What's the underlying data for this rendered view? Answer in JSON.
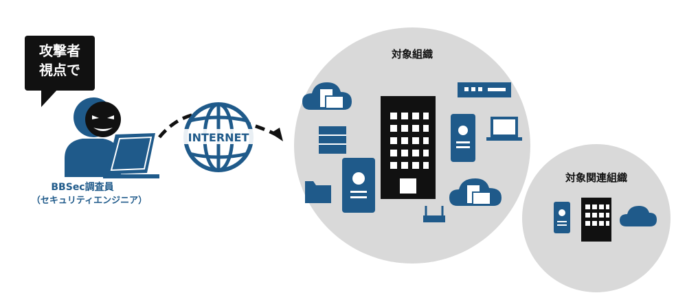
{
  "attacker": {
    "bubble_lines": [
      "攻撃者",
      "視点で"
    ],
    "caption_line1": "BBSec調査員",
    "caption_line2": "（セキュリティエンジニア）"
  },
  "internet": {
    "label": "INTERNET"
  },
  "target_org": {
    "title": "対象組織"
  },
  "related_org": {
    "title": "対象関連組織"
  },
  "colors": {
    "accent_blue": "#1f5a8a",
    "circle_gray": "#d9d9d9",
    "ink": "#111111"
  }
}
